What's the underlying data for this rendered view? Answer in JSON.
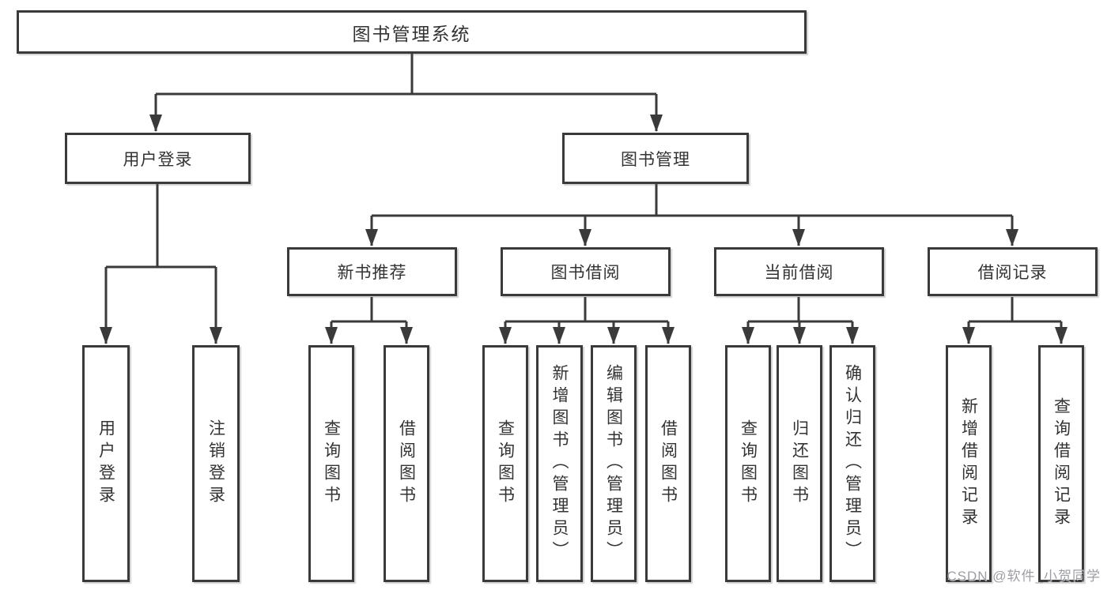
{
  "diagram": {
    "root": {
      "label": "图书管理系统"
    },
    "branches": [
      {
        "label": "用户登录",
        "children": [
          {
            "label": "用户登录"
          },
          {
            "label": "注销登录"
          }
        ]
      },
      {
        "label": "图书管理",
        "children": [
          {
            "label": "新书推荐",
            "children": [
              {
                "label": "查询图书"
              },
              {
                "label": "借阅图书"
              }
            ]
          },
          {
            "label": "图书借阅",
            "children": [
              {
                "label": "查询图书"
              },
              {
                "label": "新增图书（管理员）"
              },
              {
                "label": "编辑图书（管理员）"
              },
              {
                "label": "借阅图书"
              }
            ]
          },
          {
            "label": "当前借阅",
            "children": [
              {
                "label": "查询图书"
              },
              {
                "label": "归还图书"
              },
              {
                "label": "确认归还（管理员）"
              }
            ]
          },
          {
            "label": "借阅记录",
            "children": [
              {
                "label": "新增借阅记录"
              },
              {
                "label": "查询借阅记录"
              }
            ]
          }
        ]
      }
    ]
  },
  "watermark": {
    "text": "CSDN @软件_小贺同学"
  },
  "colors": {
    "line": "#3a3a3a",
    "box_border": "#3a3a3a",
    "text": "#333333",
    "background": "#ffffff",
    "watermark": "#919499"
  }
}
